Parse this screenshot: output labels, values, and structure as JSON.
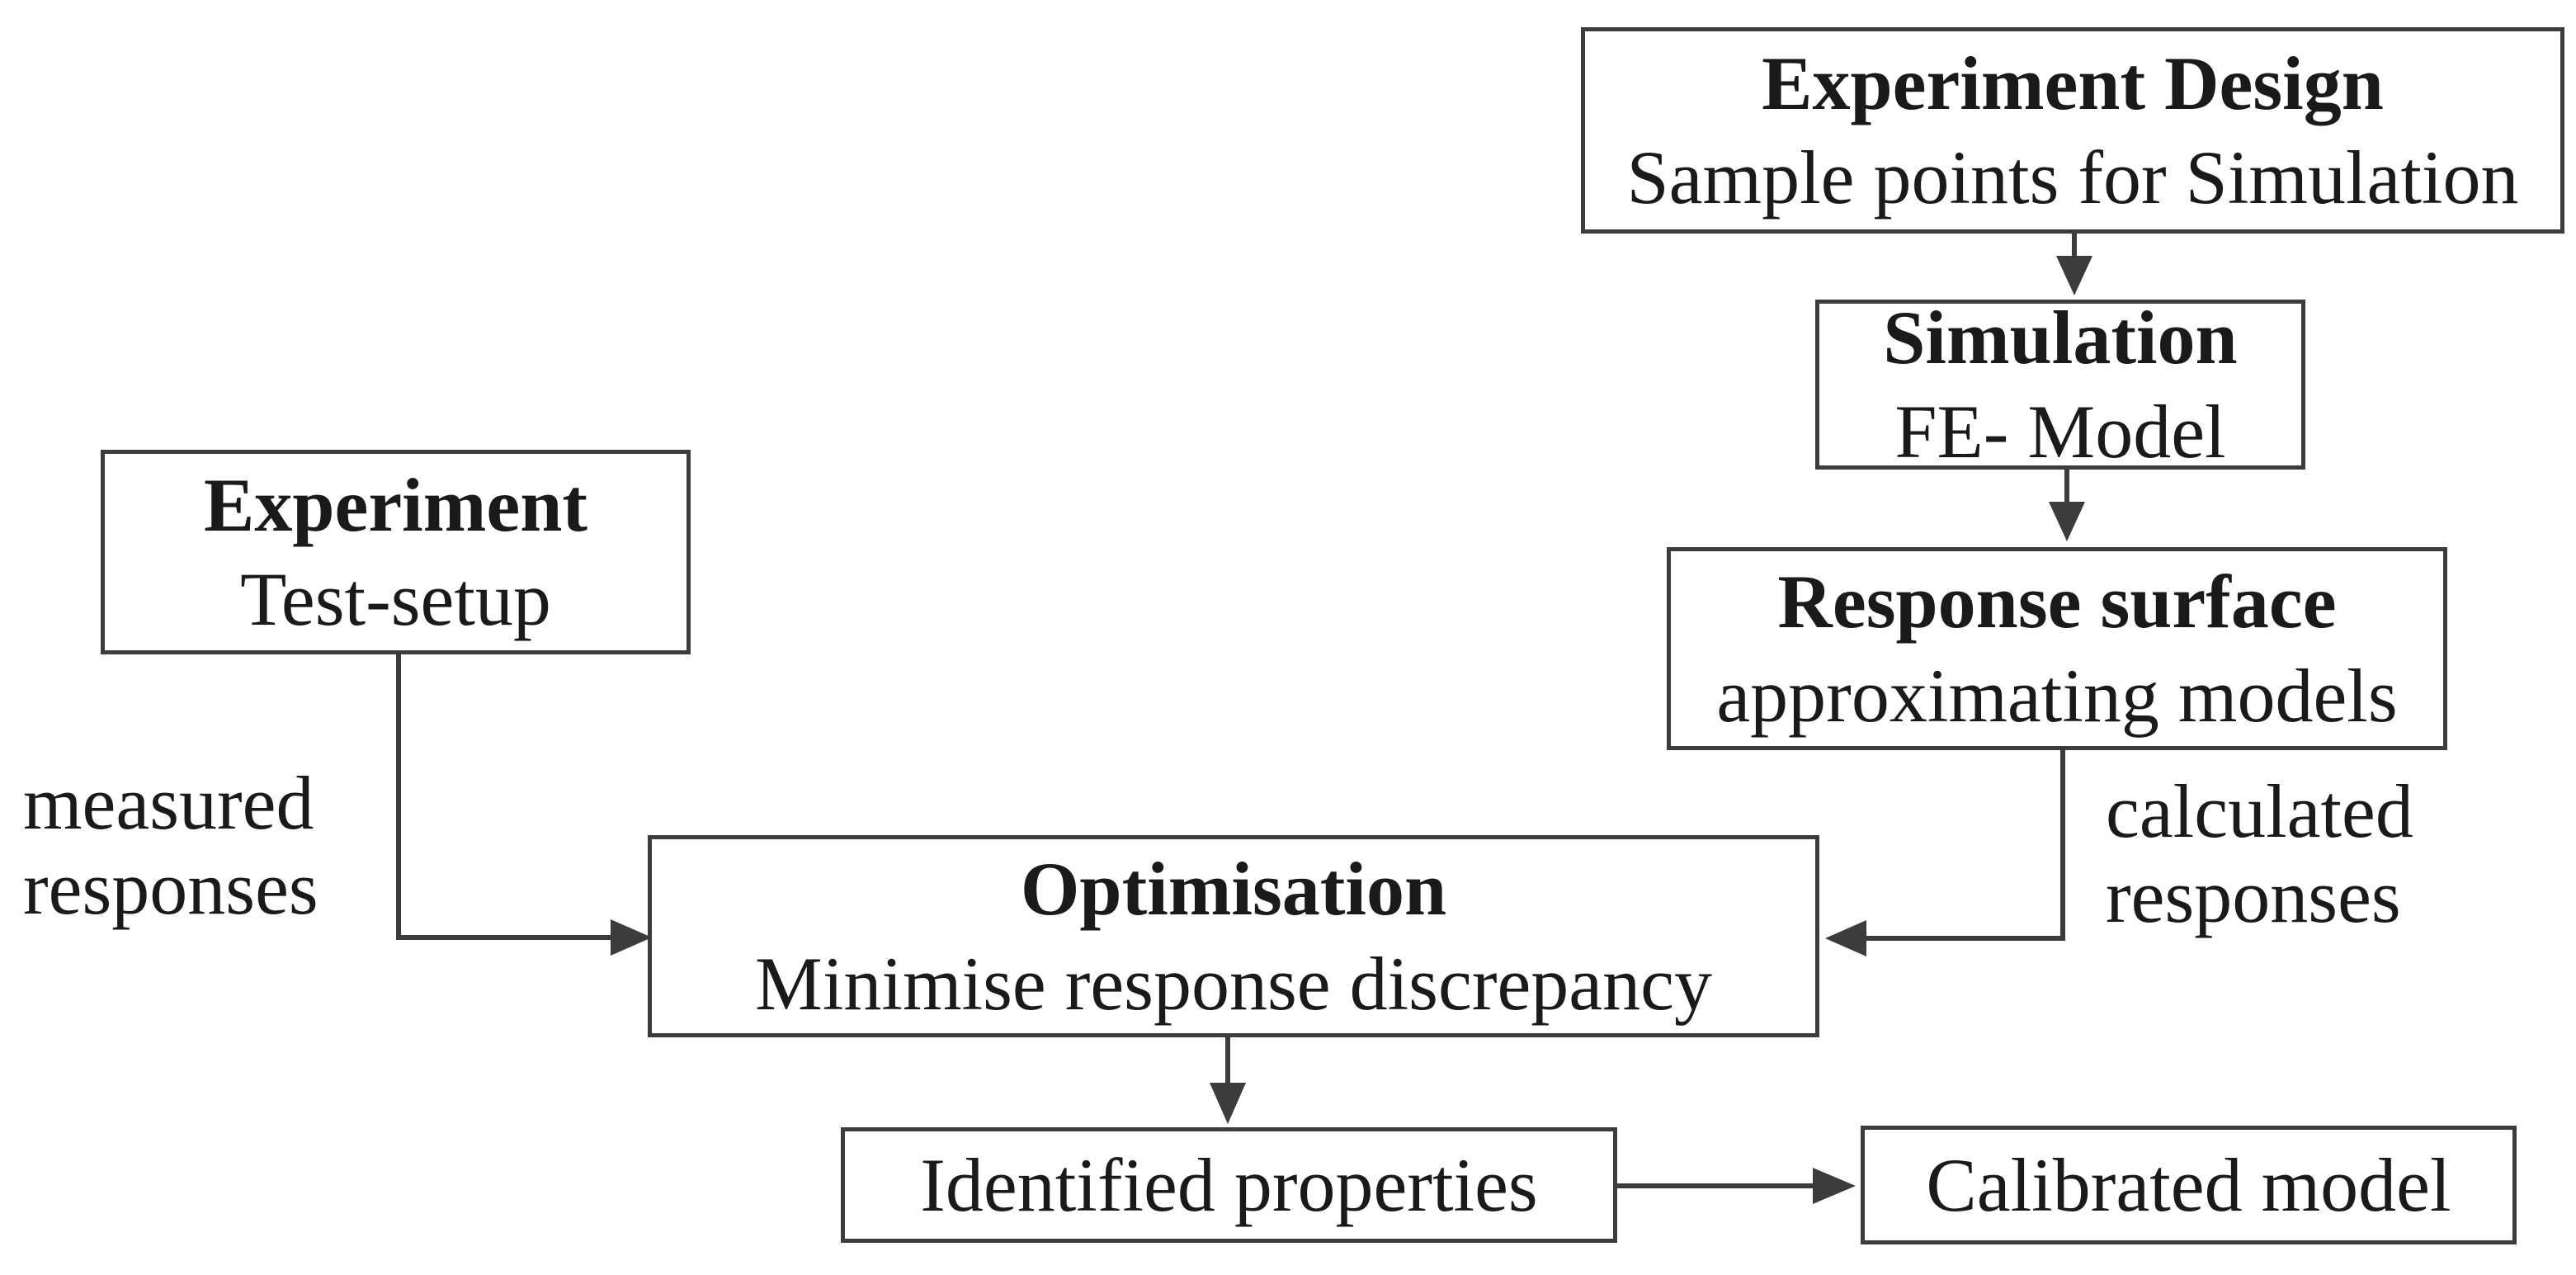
{
  "diagram": {
    "colors": {
      "stroke": "#3c3c3c",
      "text": "#1a1a1a",
      "background": "#ffffff"
    },
    "nodes": {
      "experiment_design": {
        "title": "Experiment Design",
        "subtitle": "Sample points for Simulation"
      },
      "simulation": {
        "title": "Simulation",
        "subtitle": "FE- Model"
      },
      "response_surface": {
        "title": "Response surface",
        "subtitle": "approximating models"
      },
      "experiment": {
        "title": "Experiment",
        "subtitle": "Test-setup"
      },
      "optimisation": {
        "title": "Optimisation",
        "subtitle": "Minimise response discrepancy"
      },
      "identified_properties": {
        "label": "Identified properties"
      },
      "calibrated_model": {
        "label": "Calibrated model"
      }
    },
    "edge_labels": {
      "measured": {
        "line1": "measured",
        "line2": "responses"
      },
      "calculated": {
        "line1": "calculated",
        "line2": "responses"
      }
    }
  }
}
